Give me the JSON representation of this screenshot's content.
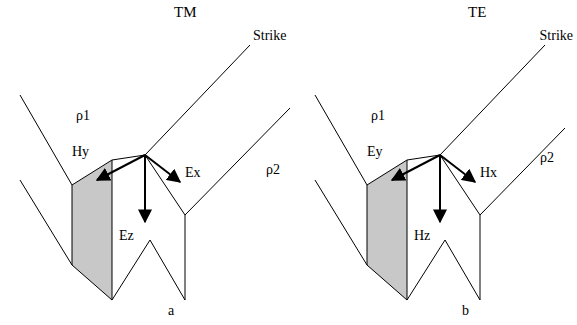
{
  "diagram": {
    "labels": [
      "TM",
      "TE",
      "Strike",
      "Strike",
      "ρ1",
      "ρ2",
      "ρ1",
      "ρ2",
      "Hy",
      "Ex",
      "Ez",
      "Ey",
      "Hx",
      "Hz",
      "a",
      "b"
    ]
  }
}
